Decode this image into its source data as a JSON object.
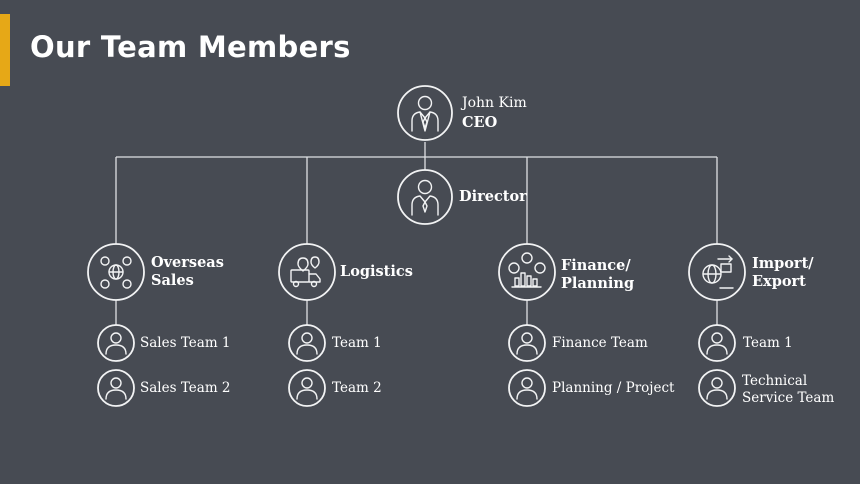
{
  "page": {
    "title": "Our Team Members"
  },
  "ceo": {
    "name": "John Kim",
    "role": "CEO",
    "icon": "businessman-icon"
  },
  "director": {
    "label": "Director",
    "icon": "businessman-icon"
  },
  "departments": [
    {
      "name_line1": "Overseas",
      "name_line2": "Sales",
      "icon": "global-network-icon",
      "teams": [
        "Sales Team 1",
        "Sales Team 2"
      ]
    },
    {
      "name_line1": "Logistics",
      "name_line2": "",
      "icon": "delivery-truck-icon",
      "teams": [
        "Team 1",
        "Team 2"
      ]
    },
    {
      "name_line1": "Finance/",
      "name_line2": "Planning",
      "icon": "finance-chart-icon",
      "teams": [
        "Finance Team",
        "Planning / Project"
      ]
    },
    {
      "name_line1": "Import/",
      "name_line2": "Export",
      "icon": "global-trade-icon",
      "teams": [
        "Team 1",
        "Technical",
        "Service Team"
      ]
    }
  ],
  "colors": {
    "background": "#474b53",
    "accent": "#e6a817",
    "line": "#dfe1e4",
    "text": "#ffffff"
  }
}
